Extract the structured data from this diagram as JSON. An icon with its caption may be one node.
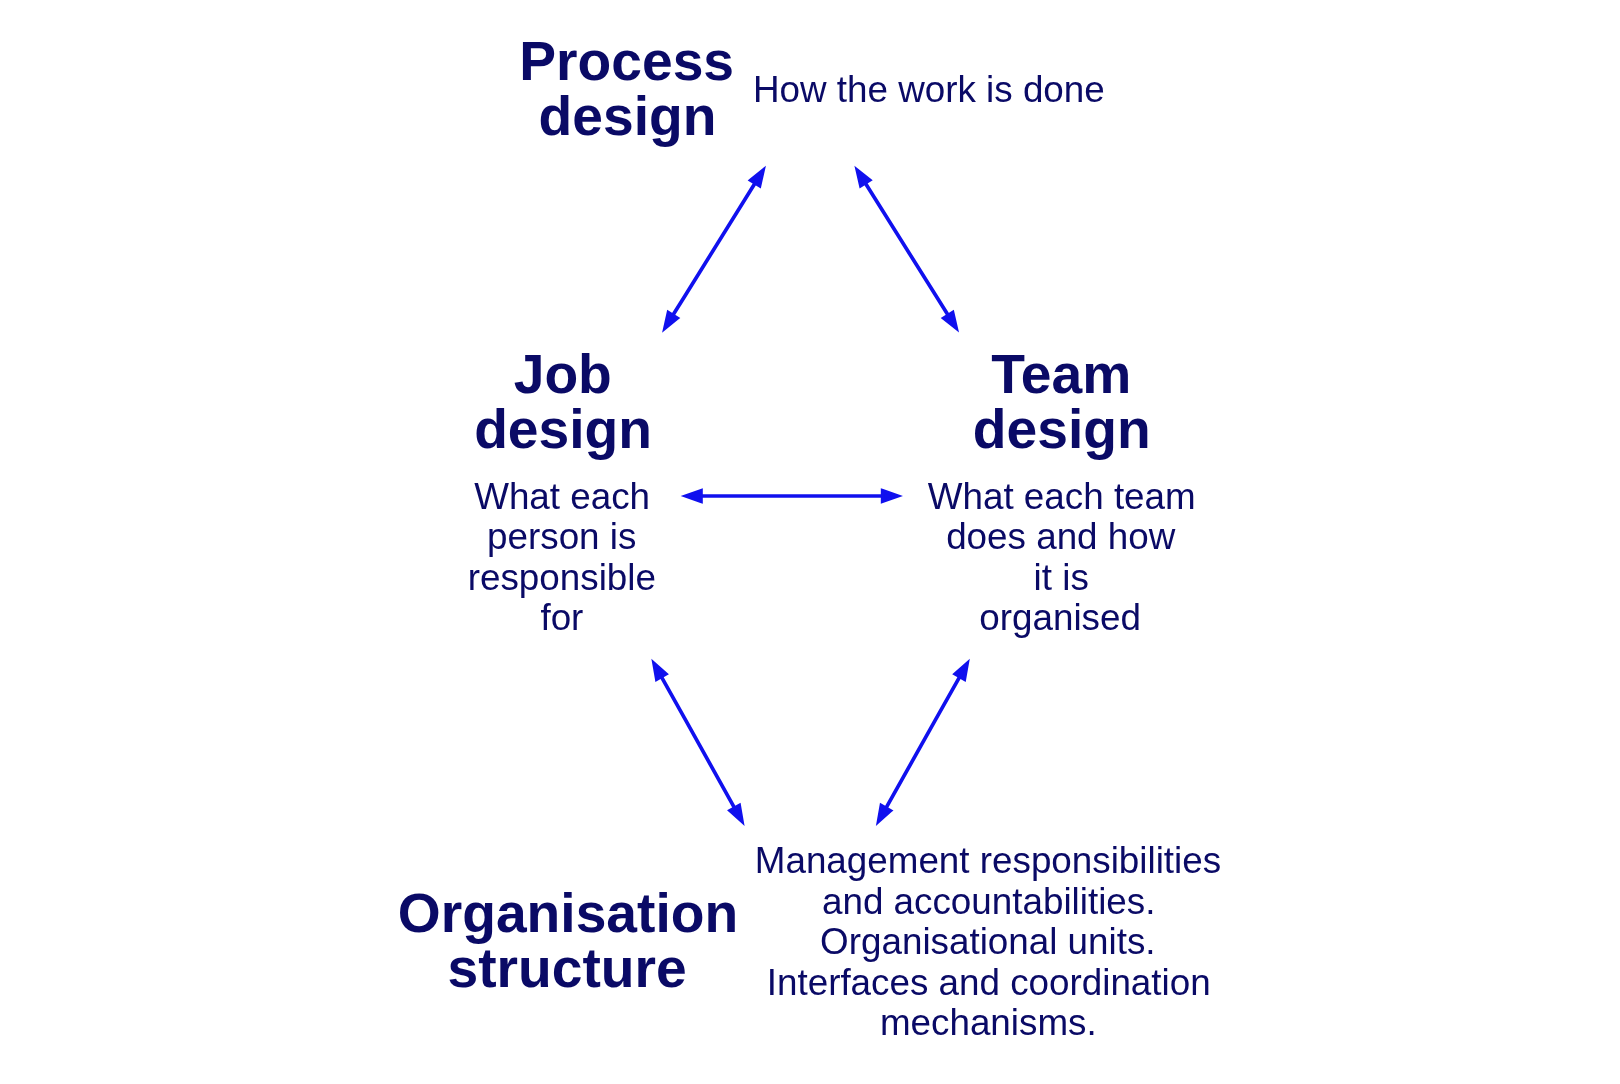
{
  "diagram": {
    "nodes": [
      {
        "text": [
          "Process design"
        ],
        "beside": [
          "How the work is done"
        ]
      },
      {
        "text": [
          "Job design"
        ],
        "beside": [
          "What each person is responsible for"
        ]
      },
      {
        "text": [
          "Team design"
        ],
        "beside": [
          "What each team does and how it is organised"
        ]
      },
      {
        "text": [
          "Organisation structure"
        ],
        "beside": [
          "Management responsibilities and accountabilities. Organisational units. Interfaces and coordination mechanisms."
        ]
      }
    ],
    "edges": [
      {
        "from": 0,
        "to": 1,
        "arrow": "both"
      },
      {
        "from": 0,
        "to": 2,
        "arrow": "both"
      },
      {
        "from": 1,
        "to": 2,
        "arrow": "both"
      },
      {
        "from": 1,
        "to": 3,
        "arrow": "both"
      },
      {
        "from": 2,
        "to": 3,
        "arrow": "both"
      }
    ]
  }
}
